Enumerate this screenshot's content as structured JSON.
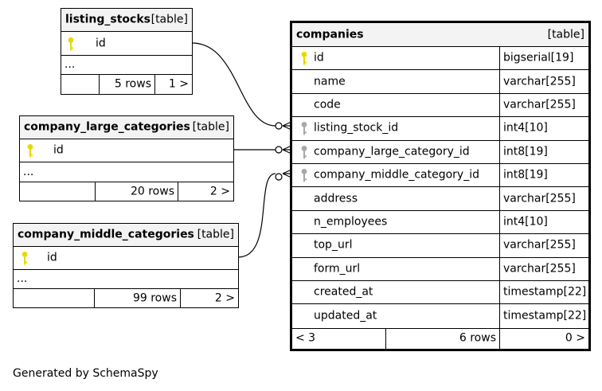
{
  "tables": {
    "listing_stocks": {
      "name": "listing_stocks",
      "kind": "[table]",
      "column": "id",
      "ellipsis": "...",
      "rows": "5 rows",
      "children": "1 >"
    },
    "company_large_categories": {
      "name": "company_large_categories",
      "kind": "[table]",
      "column": "id",
      "ellipsis": "...",
      "rows": "20 rows",
      "children": "2 >"
    },
    "company_middle_categories": {
      "name": "company_middle_categories",
      "kind": "[table]",
      "column": "id",
      "ellipsis": "...",
      "rows": "99 rows",
      "children": "2 >"
    },
    "companies": {
      "name": "companies",
      "kind": "[table]",
      "columns": [
        {
          "name": "id",
          "type": "bigserial[19]",
          "key": "primary"
        },
        {
          "name": "name",
          "type": "varchar[255]",
          "key": ""
        },
        {
          "name": "code",
          "type": "varchar[255]",
          "key": ""
        },
        {
          "name": "listing_stock_id",
          "type": "int4[10]",
          "key": "foreign"
        },
        {
          "name": "company_large_category_id",
          "type": "int8[19]",
          "key": "foreign"
        },
        {
          "name": "company_middle_category_id",
          "type": "int8[19]",
          "key": "foreign"
        },
        {
          "name": "address",
          "type": "varchar[255]",
          "key": ""
        },
        {
          "name": "n_employees",
          "type": "int4[10]",
          "key": ""
        },
        {
          "name": "top_url",
          "type": "varchar[255]",
          "key": ""
        },
        {
          "name": "form_url",
          "type": "varchar[255]",
          "key": ""
        },
        {
          "name": "created_at",
          "type": "timestamp[22]",
          "key": ""
        },
        {
          "name": "updated_at",
          "type": "timestamp[22]",
          "key": ""
        }
      ],
      "parents": "< 3",
      "rows": "6 rows",
      "children": "0 >"
    }
  },
  "footer": "Generated by SchemaSpy",
  "colors": {
    "primary_key": "#e6d800",
    "foreign_key": "#a8a8a8",
    "header_bg": "#f3f3f3"
  }
}
